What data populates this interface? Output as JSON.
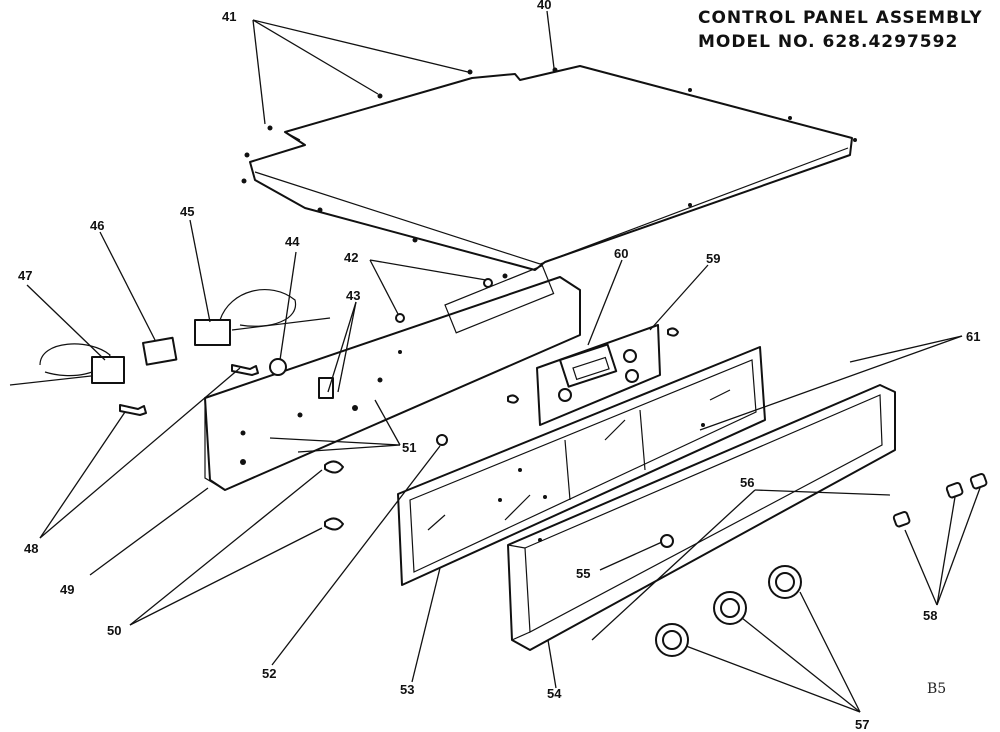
{
  "header": {
    "title_line1": "CONTROL PANEL ASSEMBLY",
    "title_line2": "MODEL NO. 628.4297592"
  },
  "callouts": [
    "40",
    "41",
    "42",
    "43",
    "44",
    "45",
    "46",
    "47",
    "48",
    "49",
    "50",
    "51",
    "52",
    "53",
    "54",
    "55",
    "56",
    "57",
    "58",
    "59",
    "60",
    "61"
  ],
  "page_code": "B5"
}
